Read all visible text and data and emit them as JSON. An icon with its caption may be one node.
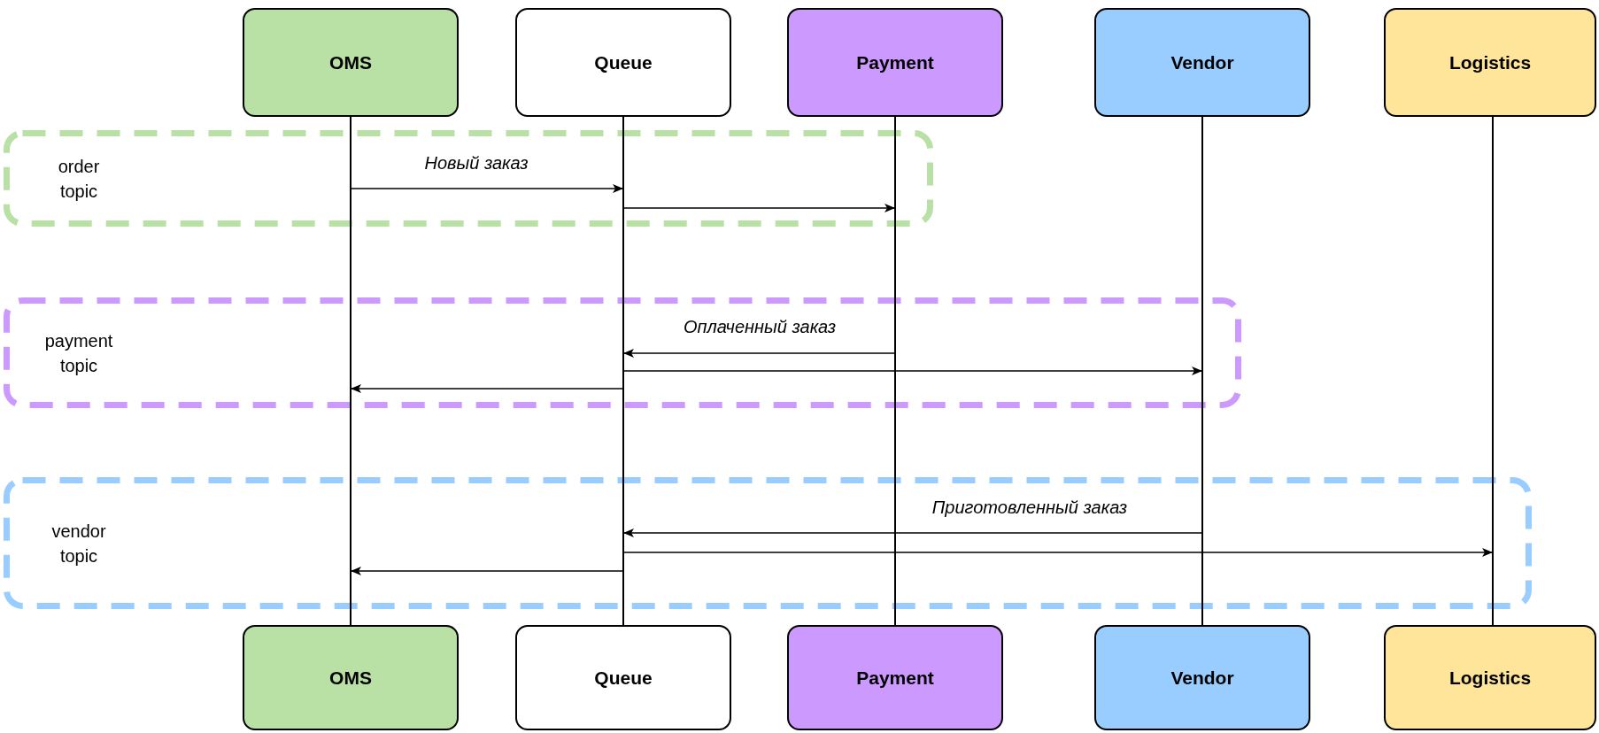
{
  "diagram": {
    "nodes": [
      {
        "text": [
          "OMS"
        ]
      },
      {
        "text": [
          "Queue"
        ]
      },
      {
        "text": [
          "Payment"
        ]
      },
      {
        "text": [
          "Vendor"
        ]
      },
      {
        "text": [
          "Logistics"
        ]
      },
      {
        "text": [
          "OMS"
        ]
      },
      {
        "text": [
          "Queue"
        ]
      },
      {
        "text": [
          "Payment"
        ]
      },
      {
        "text": [
          "Vendor"
        ]
      },
      {
        "text": [
          "Logistics"
        ]
      },
      {
        "text": [],
        "shape": "line"
      },
      {
        "text": [],
        "shape": "line"
      },
      {
        "text": [],
        "shape": "line"
      },
      {
        "text": [],
        "shape": "line"
      },
      {
        "text": [],
        "shape": "line"
      }
    ],
    "edges": [
      {
        "from": 10,
        "to": 11,
        "arrow": "to",
        "label": "Новый заказ"
      },
      {
        "from": 11,
        "to": 12,
        "arrow": "to"
      },
      {
        "from": 12,
        "to": 11,
        "arrow": "to",
        "label": "Оплаченный заказ"
      },
      {
        "from": 11,
        "to": 13,
        "arrow": "to"
      },
      {
        "from": 11,
        "to": 10,
        "arrow": "to"
      },
      {
        "from": 13,
        "to": 11,
        "arrow": "to",
        "label": "Приготовленный заказ"
      },
      {
        "from": 11,
        "to": 14,
        "arrow": "to"
      },
      {
        "from": 11,
        "to": 10,
        "arrow": "to"
      }
    ],
    "labels": [
      "order topic",
      "payment topic",
      "vendor topic"
    ]
  }
}
